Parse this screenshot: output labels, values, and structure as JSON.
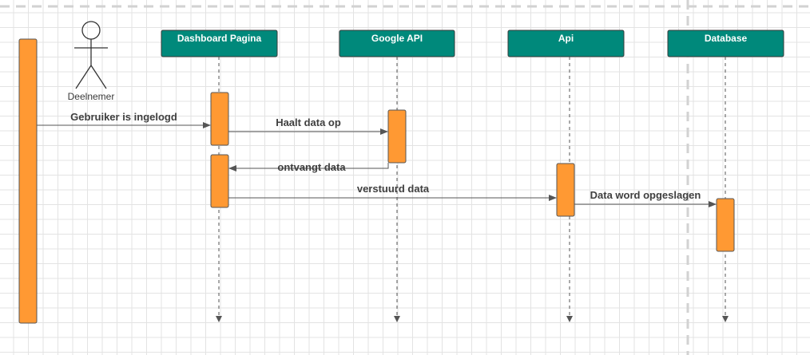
{
  "actor": {
    "name": "Deelnemer"
  },
  "participants": [
    {
      "id": "dashboard",
      "label": "Dashboard Pagina"
    },
    {
      "id": "google",
      "label": "Google API"
    },
    {
      "id": "api",
      "label": "Api"
    },
    {
      "id": "database",
      "label": "Database"
    }
  ],
  "messages": [
    {
      "label": "Gebruiker is ingelogd",
      "from": "actor",
      "to": "dashboard"
    },
    {
      "label": "Haalt data op",
      "from": "dashboard",
      "to": "google"
    },
    {
      "label": "ontvangt data",
      "from": "google",
      "to": "dashboard"
    },
    {
      "label": "verstuurd data",
      "from": "dashboard",
      "to": "api"
    },
    {
      "label": "Data word opgeslagen",
      "from": "api",
      "to": "database"
    }
  ],
  "colors": {
    "header_fill": "#00897b",
    "activation_fill": "#ff9933",
    "line": "#555555"
  }
}
